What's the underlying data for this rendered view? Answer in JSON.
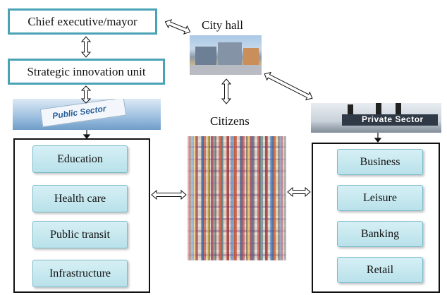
{
  "top_boxes": {
    "chief": "Chief executive/mayor",
    "innovation_unit": "Strategic innovation unit"
  },
  "labels": {
    "city_hall": "City hall",
    "citizens": "Citizens"
  },
  "banners": {
    "public_sector": "Public Sector",
    "private_sector": "Private Sector"
  },
  "public_sector_items": [
    "Education",
    "Health care",
    "Public transit",
    "Infrastructure"
  ],
  "private_sector_items": [
    "Business",
    "Leisure",
    "Banking",
    "Retail"
  ]
}
